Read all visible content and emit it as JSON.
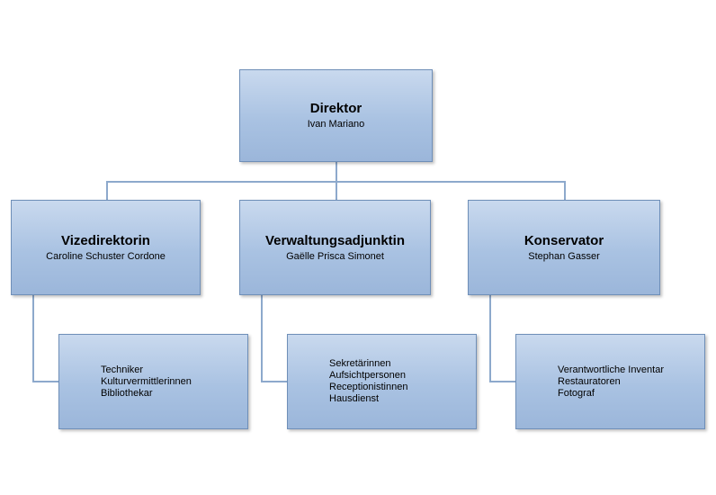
{
  "director": {
    "title": "Direktor",
    "name": "Ivan Mariano"
  },
  "deputies": [
    {
      "title": "Vizedirektorin",
      "name": "Caroline Schuster Cordone",
      "staff": [
        "Techniker",
        "Kulturvermittlerinnen",
        "Bibliothekar"
      ]
    },
    {
      "title": "Verwaltungsadjunktin",
      "name": "Gaëlle Prisca Simonet",
      "staff": [
        "Sekretärinnen",
        "Aufsichtpersonen",
        "Receptionistinnen",
        "Hausdienst"
      ]
    },
    {
      "title": "Konservator",
      "name": "Stephan Gasser",
      "staff": [
        "Verantwortliche Inventar",
        "Restauratoren",
        "Fotograf"
      ]
    }
  ],
  "colors": {
    "box_fill": "#a9c2e2",
    "box_border": "#6f8fb8",
    "connector": "#8da9cc"
  }
}
